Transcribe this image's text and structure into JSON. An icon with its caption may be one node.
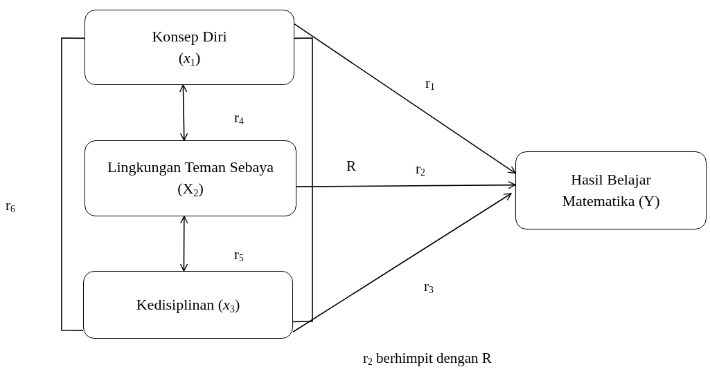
{
  "diagram": {
    "nodes": [
      {
        "text": [
          "Konsep Diri (*x*$_{1}$)"
        ]
      },
      {
        "text": [
          "Lingkungan Teman Sebaya (X$_{2}$)"
        ]
      },
      {
        "text": [
          "Kedisiplinan (*x*$_{3}$)"
        ]
      },
      {
        "text": [
          "Hasil Belajar Matematika (Y)"
        ]
      }
    ],
    "edges": [
      {
        "from": 0,
        "to": 3,
        "arrow": "to"
      },
      {
        "from": 1,
        "to": 3,
        "arrow": "to"
      },
      {
        "from": 2,
        "to": 3,
        "arrow": "to"
      },
      {
        "from": 0,
        "to": 1,
        "arrow": "both"
      },
      {
        "from": 1,
        "to": 2,
        "arrow": "both"
      },
      {
        "from": 0,
        "to": 2,
        "arrow": "none"
      },
      {
        "from": 0,
        "to": 2,
        "arrow": "none"
      }
    ],
    "labels": [
      "r$_{1}$",
      "r$_{4}$",
      "R",
      "r$_{2}$",
      "r$_{6}$",
      "r$_{5}$",
      "r$_{3}$",
      "r$_{2}$ berhimpit dengan R"
    ]
  }
}
